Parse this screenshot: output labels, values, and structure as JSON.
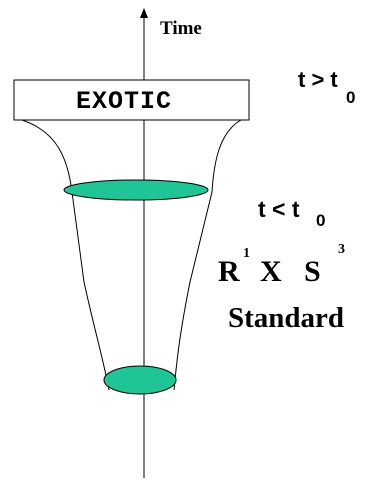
{
  "diagram": {
    "axis_label": "Time",
    "box_label": "EXOTIC",
    "region_upper": {
      "base": "t > t",
      "subscript": "0"
    },
    "region_lower": {
      "base": "t < t",
      "subscript": "0"
    },
    "topology": {
      "r": "R",
      "r_sup": "1",
      "x": "X",
      "s": "S",
      "s_sup": "3"
    },
    "standard_label": "Standard",
    "colors": {
      "disk_fill": "#1fc596",
      "stroke": "#000000",
      "box_fill": "#ffffff"
    }
  }
}
